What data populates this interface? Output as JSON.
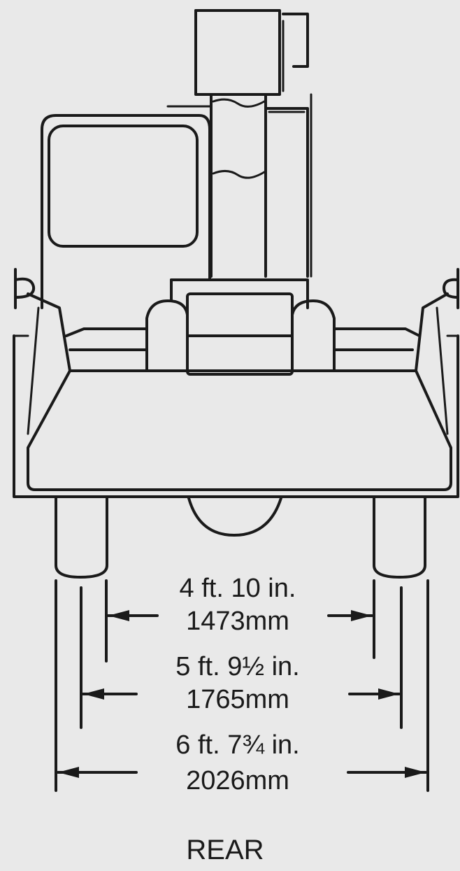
{
  "dimensions": [
    {
      "imperial": "4 ft. 10 in.",
      "metric": "1473mm"
    },
    {
      "imperial": "5 ft. 9½ in.",
      "metric": "1765mm"
    },
    {
      "imperial": "6 ft. 7¾ in.",
      "metric": "2026mm"
    }
  ],
  "caption": "REAR",
  "colors": {
    "background": "#e9e9e9",
    "ink": "#1a1a1a"
  }
}
